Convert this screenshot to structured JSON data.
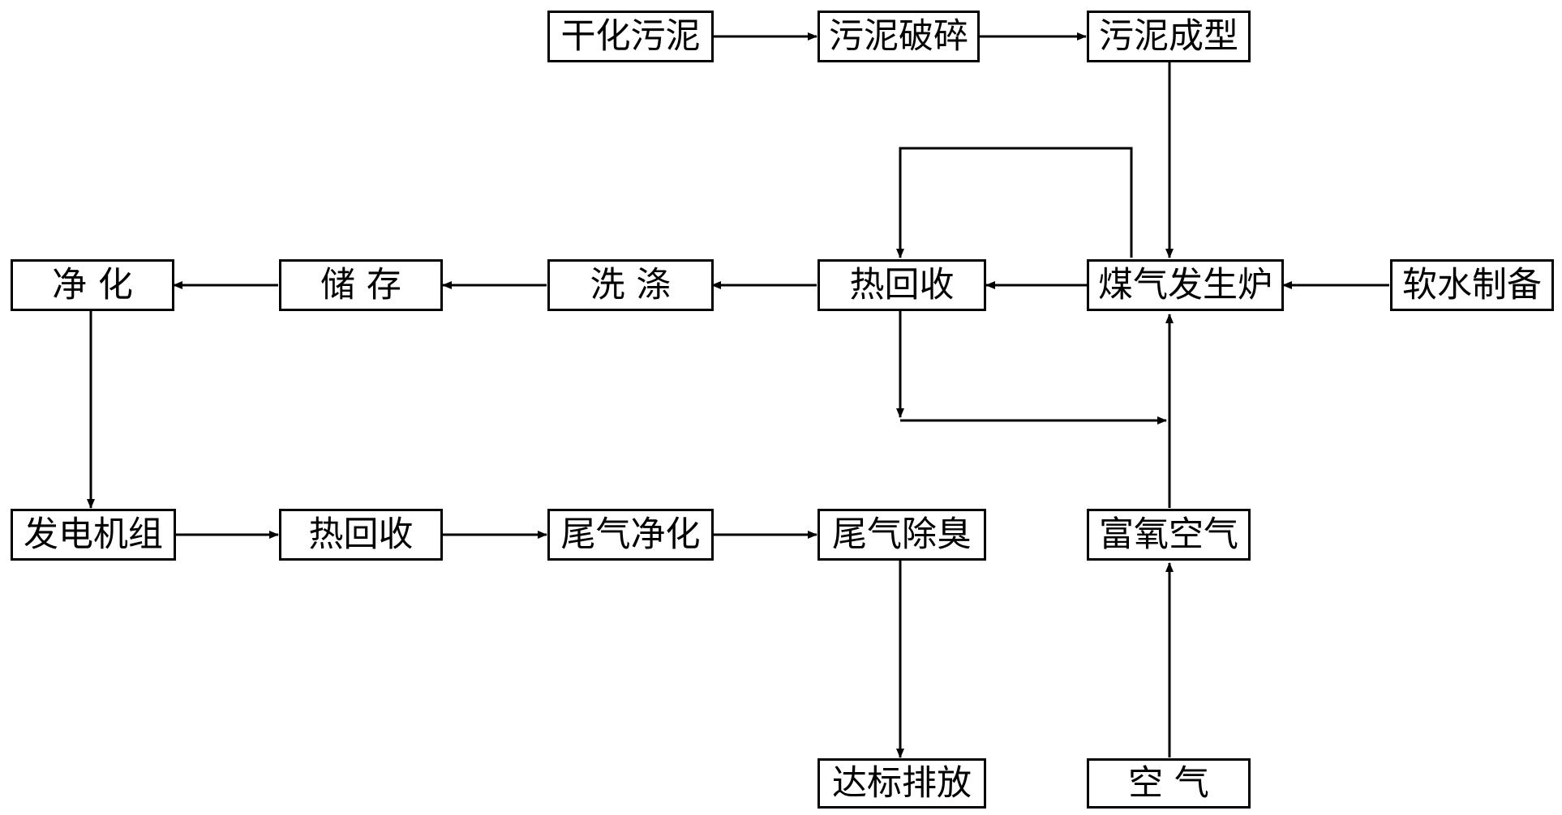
{
  "boxes": {
    "dried_sludge": "干化污泥",
    "sludge_crushing": "污泥破碎",
    "sludge_forming": "污泥成型",
    "purification": "净 化",
    "storage": "储 存",
    "washing": "洗 涤",
    "heat_recovery_1": "热回收",
    "gas_generator": "煤气发生炉",
    "soft_water": "软水制备",
    "generator_set": "发电机组",
    "heat_recovery_2": "热回收",
    "tail_gas_purification": "尾气净化",
    "tail_gas_deodorization": "尾气除臭",
    "discharge": "达标排放",
    "oxygen_rich_air": "富氧空气",
    "air": "空 气"
  },
  "colors": {
    "line": "#000000",
    "box_border": "#000000",
    "background": "#ffffff"
  }
}
